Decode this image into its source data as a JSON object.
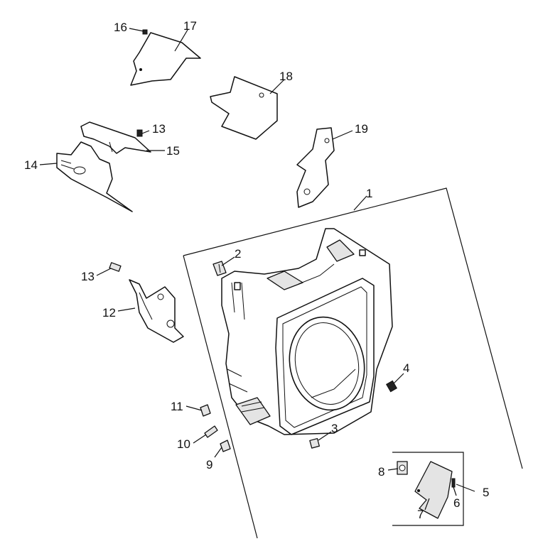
{
  "callouts": {
    "c1": "1",
    "c2": "2",
    "c3": "3",
    "c4": "4",
    "c5": "5",
    "c6": "6",
    "c7": "7",
    "c8": "8",
    "c9": "9",
    "c10": "10",
    "c11": "11",
    "c12": "12",
    "c13a": "13",
    "c13b": "13",
    "c14": "14",
    "c15": "15",
    "c16": "16",
    "c17": "17",
    "c18": "18",
    "c19": "19"
  }
}
